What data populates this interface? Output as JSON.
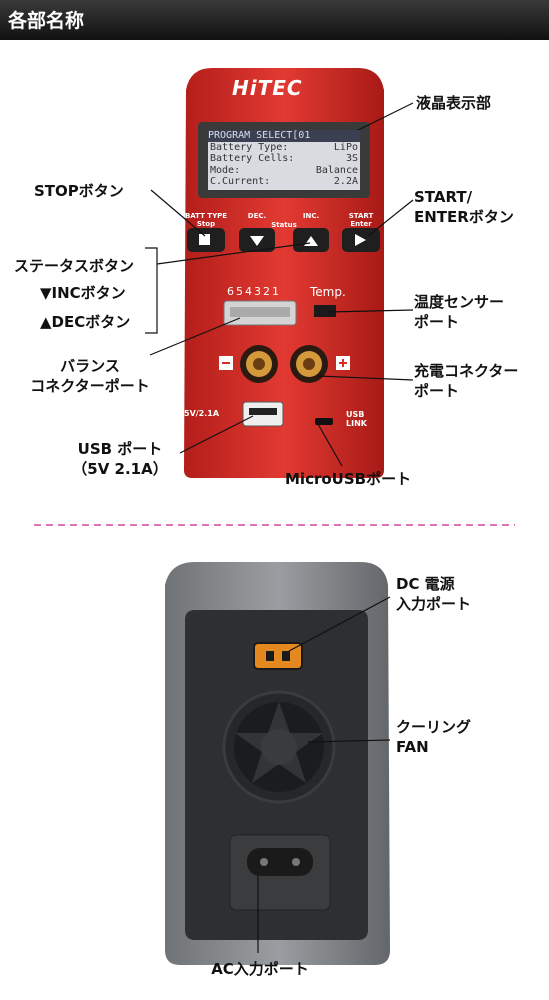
{
  "header": {
    "title": "各部名称"
  },
  "front": {
    "logo": "HiTEC",
    "lcd": {
      "line1": "PROGRAM SELECT[01",
      "line2_label": "Battery Type:",
      "line2_value": "LiPo",
      "line3_label": "Battery Cells:",
      "line3_value": "3S",
      "line4_label": "Mode:",
      "line4_value": "Balance",
      "line5_label": "C.Current:",
      "line5_value": "2.2A"
    },
    "buttons": {
      "stop_top": "BATT TYPE",
      "stop_bottom": "Stop",
      "dec": "DEC.",
      "status": "Status",
      "inc": "INC.",
      "start_top": "START",
      "start_bottom": "Enter"
    },
    "balance_pins": "654321",
    "temp": "Temp.",
    "minus": "−",
    "plus": "+",
    "usb_spec": "5V/2.1A",
    "usb_link_1": "USB",
    "usb_link_2": "LINK"
  },
  "labels": {
    "lcd": "液晶表示部",
    "stop": "STOPボタン",
    "start_1": "START/",
    "start_2": "ENTERボタン",
    "status": "ステータスボタン",
    "inc": "▼INCボタン",
    "dec": "▲DECボタン",
    "temp_1": "温度センサー",
    "temp_2": "ポート",
    "balance_1": "バランス",
    "balance_2": "コネクターポート",
    "charge_1": "充電コネクター",
    "charge_2": "ポート",
    "usb_1": "USB ポート",
    "usb_2": "（5V 2.1A）",
    "microusb": "MicroUSBポート",
    "dc_1": "DC 電源",
    "dc_2": "入力ポート",
    "fan_1": "クーリング",
    "fan_2": "FAN",
    "ac": "AC入力ポート"
  },
  "colors": {
    "body_red": "#d42b25",
    "divider": "#d6459a"
  }
}
